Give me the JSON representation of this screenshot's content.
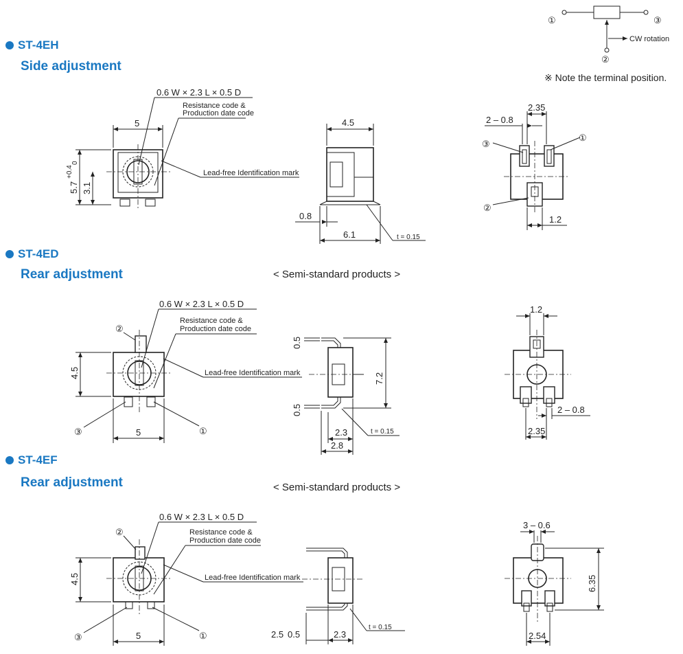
{
  "schematic": {
    "terminal_1": "①",
    "terminal_2": "②",
    "terminal_3": "③",
    "cw_label": "CW rotation",
    "note": "※ Note the terminal position."
  },
  "sections": [
    {
      "model": "ST-4EH",
      "adjustment": "Side adjustment",
      "semi_standard": "",
      "front": {
        "wiper_spec": "0.6 W × 2.3 L × 0.5 D",
        "code_label_1": "Resistance code &",
        "code_label_2": "Production date code",
        "leadfree_label": "Lead-free Identification mark",
        "width": "5",
        "height": "5.7",
        "height_tol_upper": "+0.4",
        "height_tol_lower": "0",
        "center_height": "3.1"
      },
      "side": {
        "top": "4.5",
        "lead": "0.8",
        "bottom": "6.1",
        "thickness": "t = 0.15"
      },
      "bottom": {
        "pitch": "2.35",
        "pin": "2 – 0.8",
        "width": "1.2",
        "t1": "①",
        "t2": "②",
        "t3": "③"
      }
    },
    {
      "model": "ST-4ED",
      "adjustment": "Rear adjustment",
      "semi_standard": "< Semi-standard products >",
      "front": {
        "wiper_spec": "0.6 W × 2.3 L × 0.5 D",
        "code_label_1": "Resistance code &",
        "code_label_2": "Production date code",
        "leadfree_label": "Lead-free Identification mark",
        "width": "5",
        "height": "4.5",
        "t1": "①",
        "t2": "②",
        "t3": "③"
      },
      "side": {
        "top_lead": "0.5",
        "bottom_lead": "0.5",
        "height": "7.2",
        "d1": "2.3",
        "d2": "2.8",
        "thickness": "t = 0.15"
      },
      "bottom": {
        "width": "1.2",
        "pin": "2 – 0.8",
        "pitch": "2.35"
      }
    },
    {
      "model": "ST-4EF",
      "adjustment": "Rear adjustment",
      "semi_standard": "< Semi-standard products >",
      "front": {
        "wiper_spec": "0.6 W × 2.3 L × 0.5 D",
        "code_label_1": "Resistance code &",
        "code_label_2": "Production date code",
        "leadfree_label": "Lead-free Identification mark",
        "width": "5",
        "height": "4.5",
        "t1": "①",
        "t2": "②",
        "t3": "③"
      },
      "side": {
        "d1": "2.5",
        "d2": "0.5",
        "d3": "2.3",
        "thickness": "t = 0.15"
      },
      "bottom": {
        "pins": "3 – 0.6",
        "height": "6.35",
        "pitch": "2.54"
      }
    }
  ]
}
